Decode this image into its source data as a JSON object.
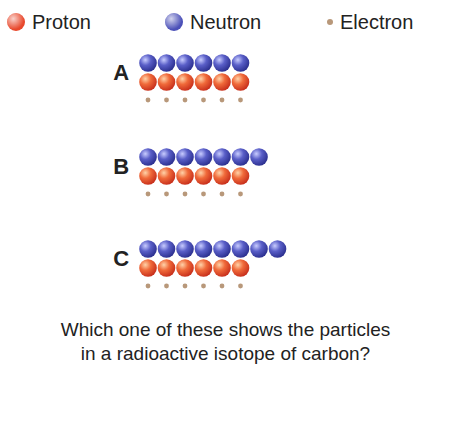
{
  "diagram": {
    "caption": "Which one of these shows the particles in a radioactive isotope of carbon?",
    "labels": [
      "A",
      "B",
      "C"
    ],
    "legend": [
      {
        "text": "Proton",
        "color": "#e8482c"
      },
      {
        "text": "Neutron",
        "color": "#4b50b8"
      },
      {
        "text": "Electron",
        "color": "#b8987a"
      }
    ]
  }
}
